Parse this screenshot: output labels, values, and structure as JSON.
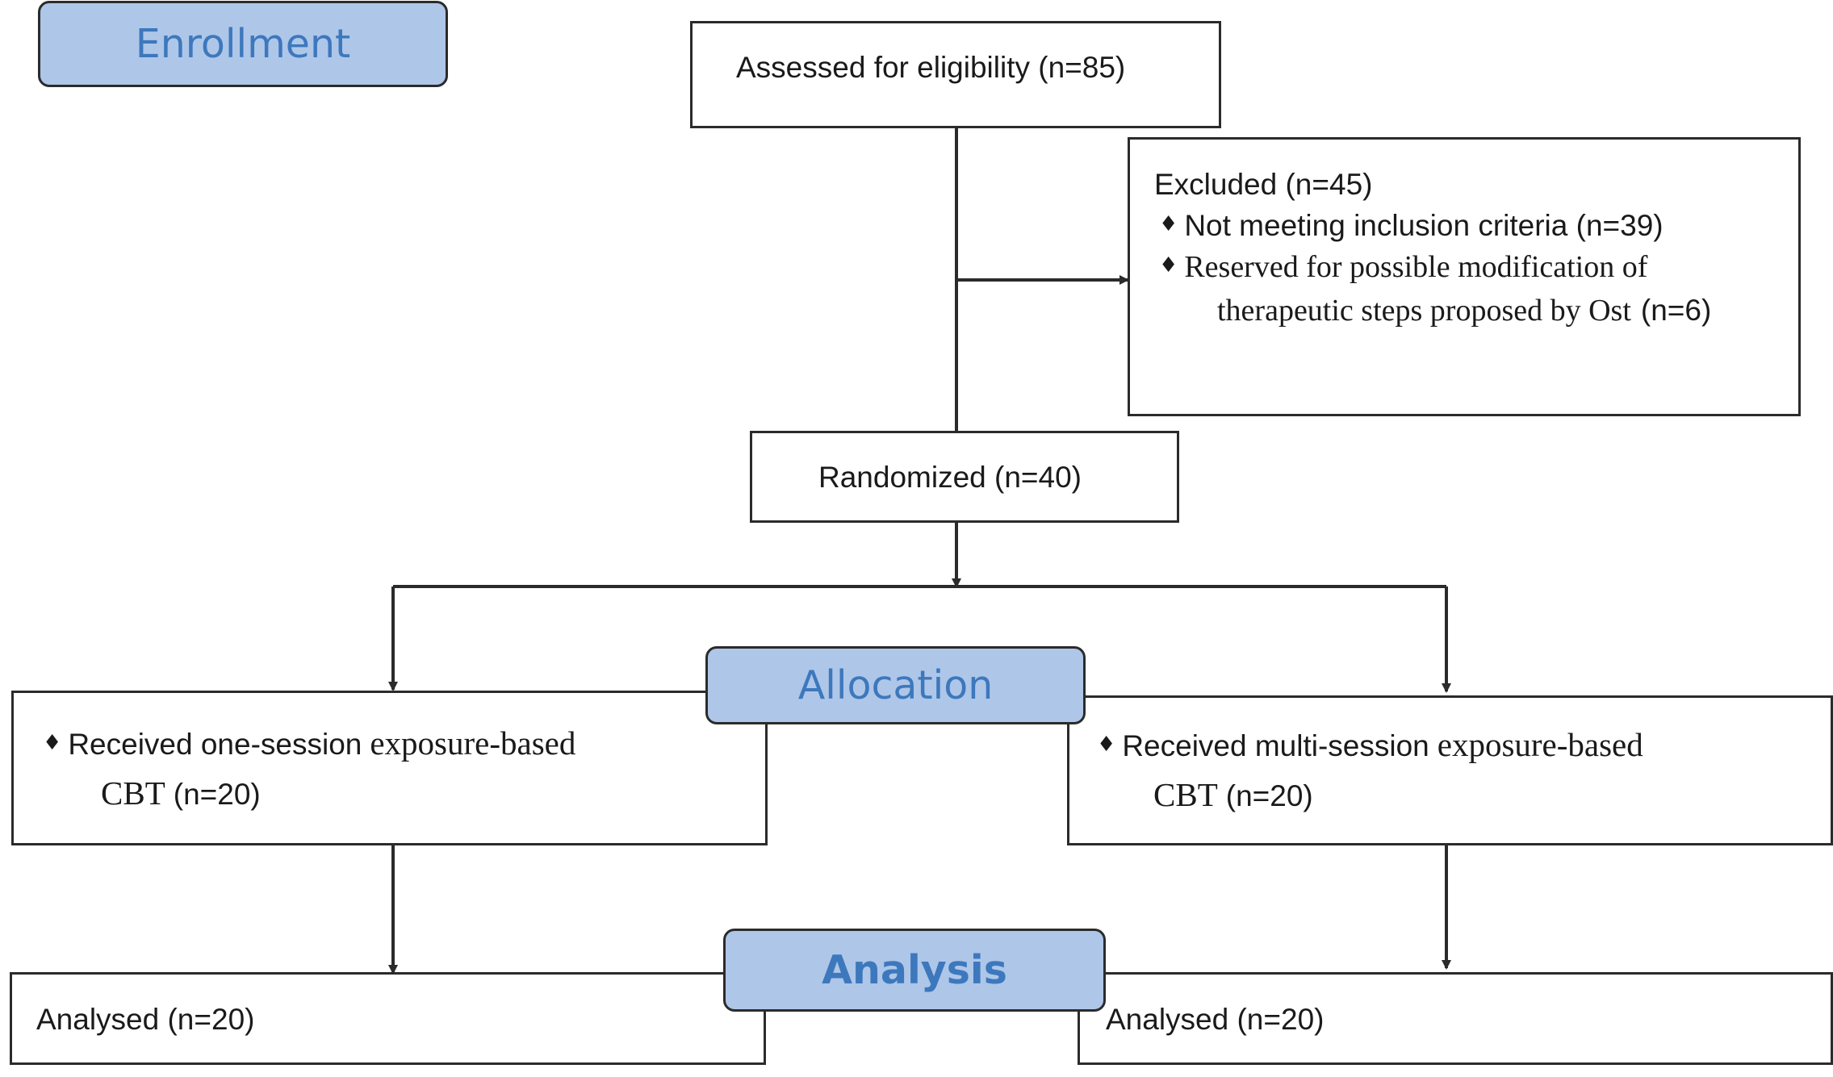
{
  "stages": {
    "enrollment": "Enrollment",
    "allocation": "Allocation",
    "analysis": "Analysis"
  },
  "assessed": "Assessed for eligibility (n=85)",
  "excluded": {
    "title": "Excluded (n=45)",
    "bullets": [
      {
        "text": "Not meeting inclusion criteria (n=39)"
      },
      {
        "line1": "Reserved for possible modification of",
        "line2": "therapeutic steps proposed by Ost",
        "count": "(n=6)"
      }
    ]
  },
  "randomized": "Randomized (n=40)",
  "arms": {
    "left": {
      "line1_a": "Received one-session",
      "line1_b": "exposure-based",
      "line2_a": "CBT",
      "line2_b": "(n=20)"
    },
    "right": {
      "line1_a": "Received multi-session",
      "line1_b": "exposure-based",
      "line2_a": "CBT",
      "line2_b": "(n=20)"
    }
  },
  "analysed": {
    "left": "Analysed (n=20)",
    "right": "Analysed (n=20)"
  },
  "colors": {
    "stage_fill": "#aec6e8",
    "stage_text": "#3d78bd",
    "line": "#2b2b2b"
  },
  "icons": {
    "bullet": "diamond-bullet-icon",
    "arrow": "arrow-head-icon"
  }
}
